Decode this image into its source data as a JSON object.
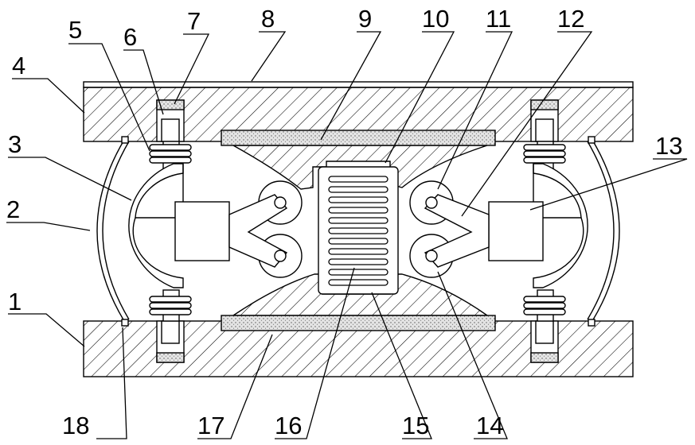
{
  "labels": {
    "n1": "1",
    "n2": "2",
    "n3": "3",
    "n4": "4",
    "n5": "5",
    "n6": "6",
    "n7": "7",
    "n8": "8",
    "n9": "9",
    "n10": "10",
    "n11": "11",
    "n12": "12",
    "n13": "13",
    "n14": "14",
    "n15": "15",
    "n16": "16",
    "n17": "17",
    "n18": "18"
  },
  "colors": {
    "line": "#000000",
    "background": "#ffffff",
    "pad_fill": "#e4e4e4"
  }
}
